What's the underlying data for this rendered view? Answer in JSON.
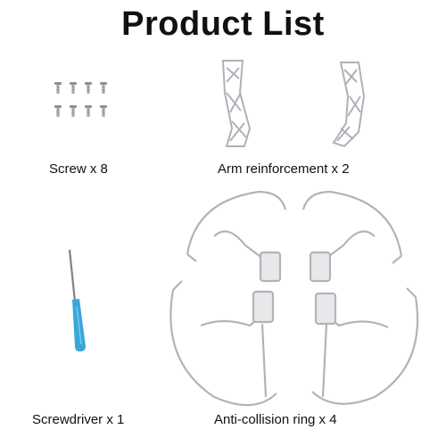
{
  "title": "Product List",
  "items": [
    {
      "label": "Screw x 8",
      "icon": "screw-icon"
    },
    {
      "label": "Arm reinforcement x 2",
      "icon": "arm-reinforcement-icon"
    },
    {
      "label": "Screwdriver x 1",
      "icon": "screwdriver-icon"
    },
    {
      "label": "Anti-collision ring x 4",
      "icon": "propeller-guard-icon"
    }
  ],
  "colors": {
    "screwdriver_handle": "#3aa7d9",
    "metal": "#9a9ea3",
    "guard": "#b8bcc2"
  }
}
